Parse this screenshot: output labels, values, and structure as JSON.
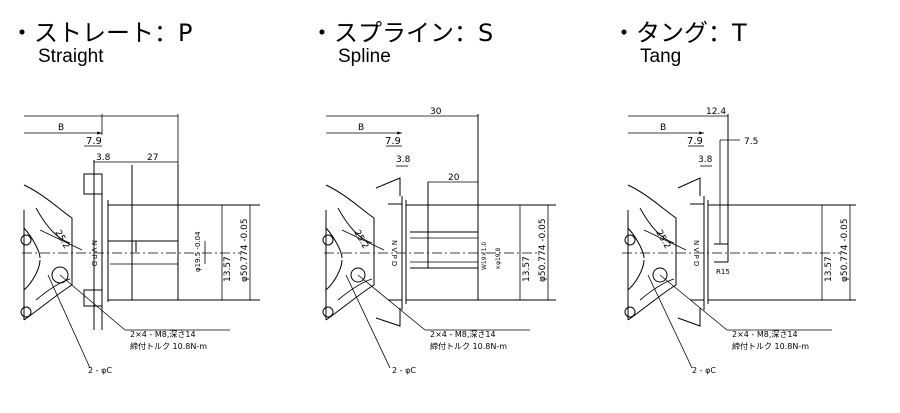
{
  "panels": [
    {
      "title_jp": "・ストレート：P",
      "title_en": "Straight",
      "dims": {
        "B": "B",
        "d7_9": "7.9",
        "d3_8": "3.8",
        "d27": "27",
        "d25_2": "25.2",
        "nvpd": "N V P D",
        "d19_5": "φ19.5 -0.04",
        "d13_57": "13.57",
        "d50_774": "φ50.774 -0.05",
        "note1": "2×4 - M8,深さ14",
        "note2": "締付トルク 10.8N-m",
        "hole": "2 - φC"
      }
    },
    {
      "title_jp": "・スプライン：S",
      "title_en": "Spline",
      "dims": {
        "B": "B",
        "d30": "30",
        "d7_9": "7.9",
        "d3_8": "3.8",
        "d20": "20",
        "d25_2": "25.2",
        "nvpd": "N V P D",
        "spline1": "W19×1.0",
        "spline2": "×φ19.8",
        "d13_57": "13.57",
        "d50_774": "φ50.774 -0.05",
        "note1": "2×4 - M8,深さ14",
        "note2": "締付トルク 10.8N-m",
        "hole": "2 - φC"
      }
    },
    {
      "title_jp": "・タング：T",
      "title_en": "Tang",
      "dims": {
        "d12_4": "12.4",
        "B": "B",
        "d7_9": "7.9",
        "d7_5": "7.5",
        "d3_8": "3.8",
        "d25_2": "25.2",
        "nvpd": "N V P D",
        "r15": "R15",
        "d13_57": "13.57",
        "d50_774": "φ50.774 -0.05",
        "note1": "2×4 - M8,深さ14",
        "note2": "締付トルク 10.8N-m",
        "hole": "2 - φC"
      }
    }
  ]
}
